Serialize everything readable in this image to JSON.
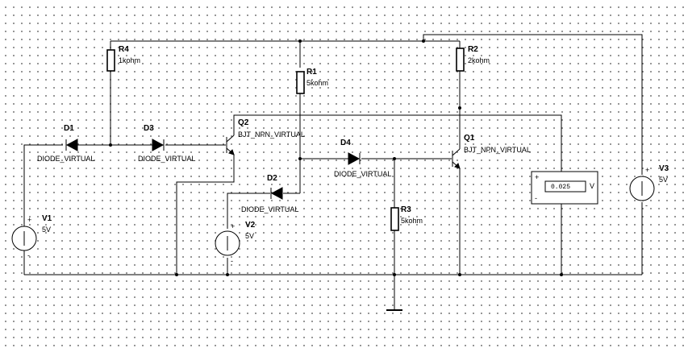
{
  "components": {
    "r4": {
      "ref": "R4",
      "value": "1kohm"
    },
    "r1": {
      "ref": "R1",
      "value": "5kohm"
    },
    "r2": {
      "ref": "R2",
      "value": "2kohm"
    },
    "r3": {
      "ref": "R3",
      "value": "5kohm"
    },
    "d1": {
      "ref": "D1",
      "value": "DIODE_VIRTUAL"
    },
    "d3": {
      "ref": "D3",
      "value": "DIODE_VIRTUAL"
    },
    "d4": {
      "ref": "D4",
      "value": "DIODE_VIRTUAL"
    },
    "d2": {
      "ref": "D2",
      "value": "DIODE_VIRTUAL"
    },
    "q2": {
      "ref": "Q2",
      "value": "BJT_NPN_VIRTUAL"
    },
    "q1": {
      "ref": "Q1",
      "value": "BJT_NPN_VIRTUAL"
    },
    "v1": {
      "ref": "V1",
      "value": "5V"
    },
    "v2": {
      "ref": "V2",
      "value": "5V"
    },
    "v3": {
      "ref": "V3",
      "value": "5V"
    }
  },
  "voltmeter": {
    "reading": "0.025",
    "unit": "V",
    "plus": "+",
    "minus": "-"
  },
  "polarity": {
    "plus": "+",
    "minus": "-"
  }
}
